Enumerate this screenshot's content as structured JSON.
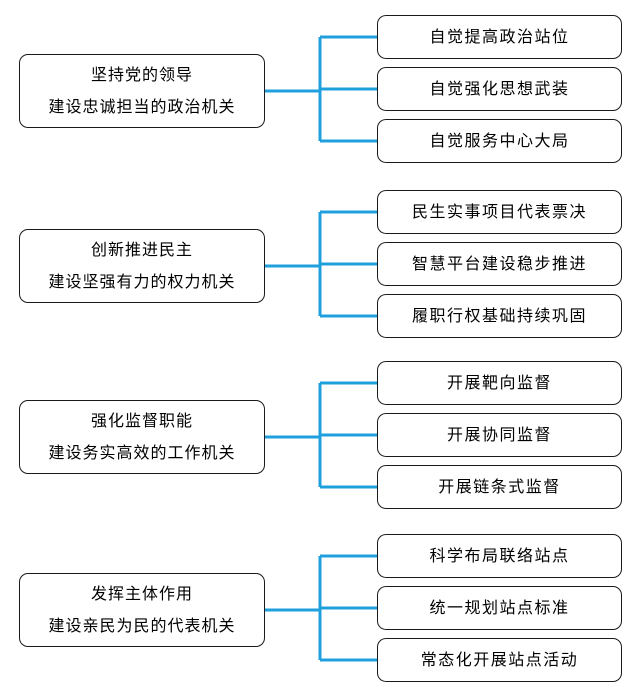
{
  "colors": {
    "connector": "#1fa0dc",
    "border": "#1a1a1a"
  },
  "groups": [
    {
      "main": {
        "line1": "坚持党的领导",
        "line2": "建设忠诚担当的政治机关"
      },
      "subs": [
        {
          "label": "自觉提高政治站位"
        },
        {
          "label": "自觉强化思想武装"
        },
        {
          "label": "自觉服务中心大局"
        }
      ]
    },
    {
      "main": {
        "line1": "创新推进民主",
        "line2": "建设坚强有力的权力机关"
      },
      "subs": [
        {
          "label": "民生实事项目代表票决"
        },
        {
          "label": "智慧平台建设稳步推进"
        },
        {
          "label": "履职行权基础持续巩固"
        }
      ]
    },
    {
      "main": {
        "line1": "强化监督职能",
        "line2": "建设务实高效的工作机关"
      },
      "subs": [
        {
          "label": "开展靶向监督"
        },
        {
          "label": "开展协同监督"
        },
        {
          "label": "开展链条式监督"
        }
      ]
    },
    {
      "main": {
        "line1": "发挥主体作用",
        "line2": "建设亲民为民的代表机关"
      },
      "subs": [
        {
          "label": "科学布局联络站点"
        },
        {
          "label": "统一规划站点标准"
        },
        {
          "label": "常态化开展站点活动"
        }
      ]
    }
  ]
}
